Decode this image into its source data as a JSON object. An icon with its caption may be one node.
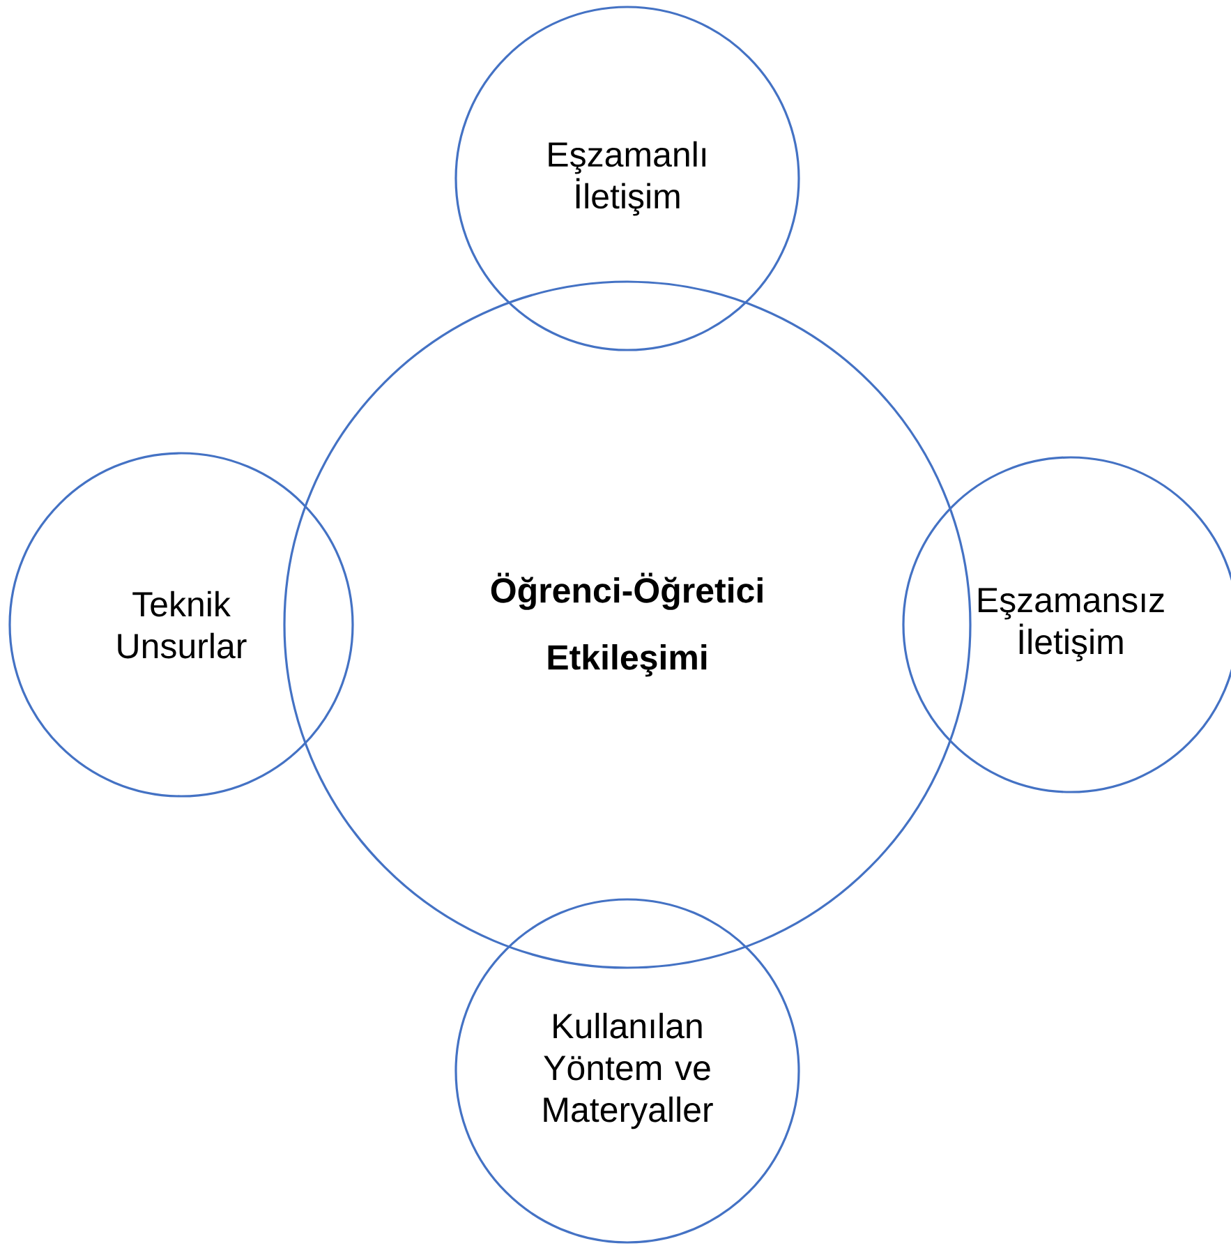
{
  "diagram": {
    "nodes": [
      {
        "text": [
          "Eşzamanlı İletişim"
        ]
      },
      {
        "text": [
          "Teknik Unsurlar"
        ]
      },
      {
        "text": [
          "**Öğrenci-Öğretici Etkileşimi**"
        ]
      },
      {
        "text": [
          "Eşzamansız İletişim"
        ]
      },
      {
        "text": [
          "Kullanılan Yöntem ve Materyaller"
        ]
      }
    ]
  }
}
